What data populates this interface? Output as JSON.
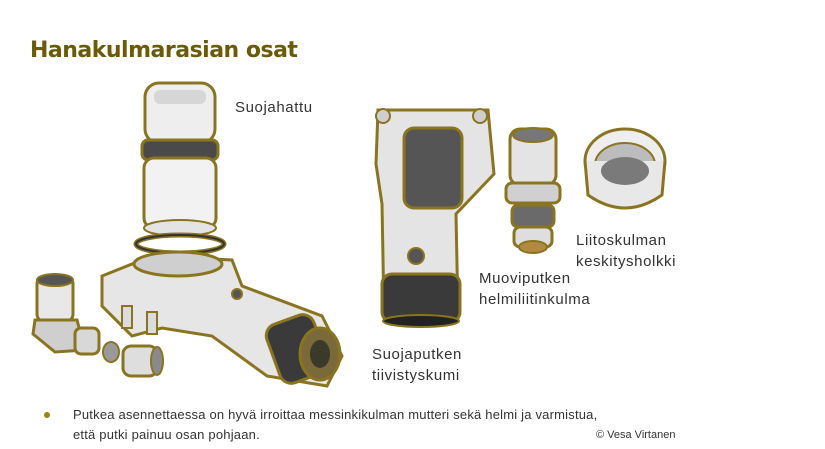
{
  "slide": {
    "title": "Hanakulmarasian osat"
  },
  "labels": {
    "suojahattu": "Suojahattu",
    "liitoskulman_line1": "Liitoskulman",
    "liitoskulman_line2": "keskitysholkki",
    "muoviputken_line1": "Muoviputken",
    "muoviputken_line2": "helmiliitinkulma",
    "suojaputken_line1": "Suojaputken",
    "suojaputken_line2": "tiivistyskumi"
  },
  "bullet": {
    "text": "Putkea asennettaessa on hyvä irroittaa messinkikulman mutteri sekä helmi ja varmistua, että putki painuu osan pohjaan."
  },
  "footer": {
    "copyright": "© Vesa Virtanen"
  },
  "colors": {
    "title": "#6b5a08",
    "outline": "#8a7420",
    "bullet": "#9b8410"
  }
}
